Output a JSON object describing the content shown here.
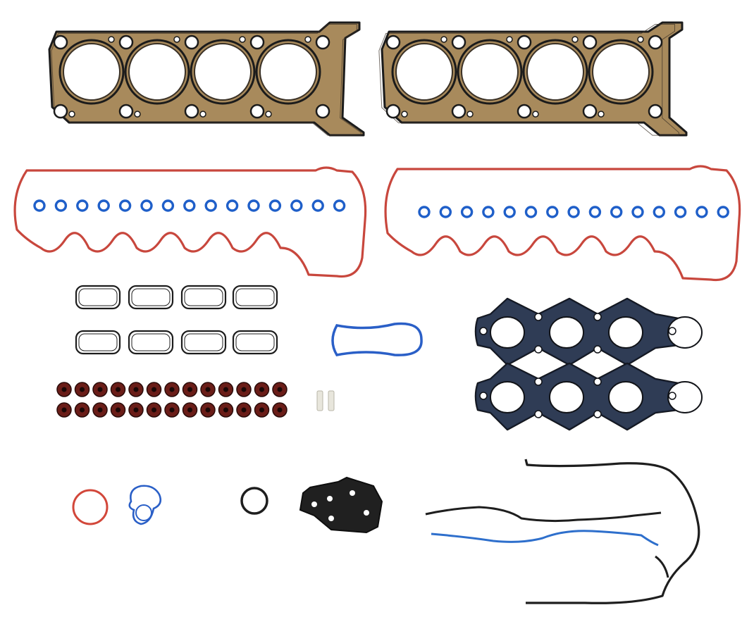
{
  "image": {
    "subject": "engine-head-gasket-set",
    "background": "#ffffff"
  },
  "palette": {
    "mls_body": "#a88a5c",
    "mls_edge": "#1b1b1b",
    "mls_bead": "#3a3126",
    "valve_cover_seal": "#c8473d",
    "spark_plug_seal": "#1f5fc9",
    "intake_seal": "#1d1d1d",
    "manifold_fill": "#2d3440",
    "manifold_tint": "#3c64b8",
    "valve_stem_seal": "#6a1d18",
    "thermostat_seal": "#d2473a",
    "water_outlet_seal": "#2a5fc7",
    "front_cover_black": "#1e1e1e",
    "front_cover_blue": "#2e6fcc",
    "spacer_plate": "#202020",
    "dowel": "#e8e6dc"
  },
  "parts": {
    "head_gasket_count": 2,
    "cylinders_per_head": 4,
    "valve_cover_gasket_count": 2,
    "spark_plug_seals_per_cover": 15,
    "intake_gasket_count": 8,
    "exhaust_manifold_gasket_count": 2,
    "valve_stem_seal_count": 26
  }
}
